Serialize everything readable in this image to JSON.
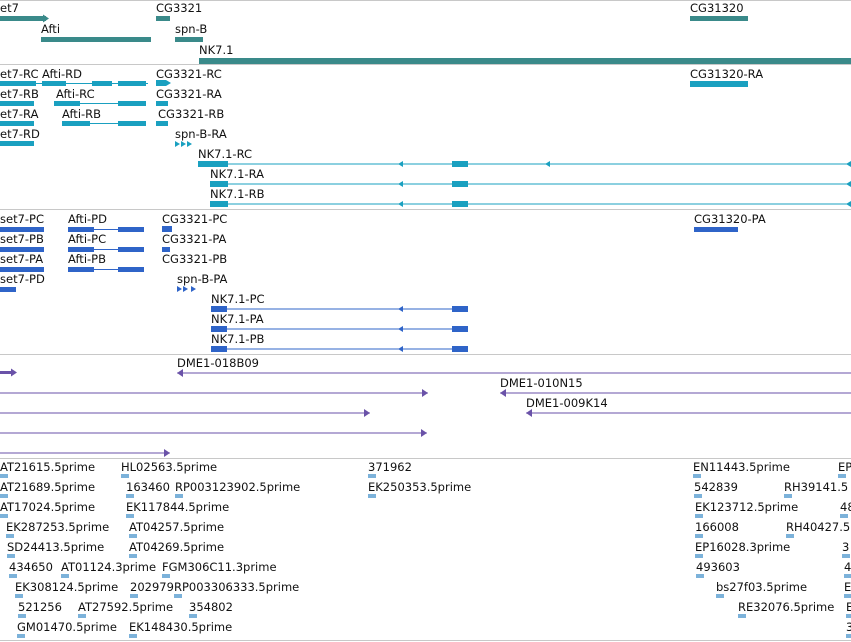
{
  "colors": {
    "gene": "#3a8a8a",
    "transcript_flybase": "#1aa0c0",
    "transcript_refseq": "#2f64c8",
    "clone": "#6a52a8",
    "est": "#7cb2da",
    "separator": "#c8c8c8"
  },
  "tracks": {
    "genes": {
      "labels": [
        "et7",
        "CG3321",
        "CG31320",
        "Afti",
        "spn-B",
        "NK7.1"
      ]
    },
    "flybase_transcripts": {
      "labels": [
        "et7-RC",
        "Afti-RD",
        "CG3321-RC",
        "CG31320-RA",
        "et7-RB",
        "Afti-RC",
        "CG3321-RA",
        "et7-RA",
        "Afti-RB",
        "CG3321-RB",
        "et7-RD",
        "spn-B-RA",
        "NK7.1-RC",
        "NK7.1-RA",
        "NK7.1-RB"
      ]
    },
    "refseq_transcripts": {
      "labels": [
        "set7-PC",
        "Afti-PD",
        "CG3321-PC",
        "CG31320-PA",
        "set7-PB",
        "Afti-PC",
        "CG3321-PA",
        "set7-PA",
        "Afti-PB",
        "CG3321-PB",
        "set7-PD",
        "spn-B-PA",
        "NK7.1-PC",
        "NK7.1-PA",
        "NK7.1-PB"
      ]
    },
    "clones": {
      "labels": [
        "DME1-018B09",
        "DME1-010N15",
        "DME1-009K14"
      ]
    },
    "ests": {
      "labels": [
        "AT21615.5prime",
        "HL02563.5prime",
        "371962",
        "EN11443.5prime",
        "EP",
        "AT21689.5prime",
        "163460",
        "RP003123902.5prime",
        "EK250353.5prime",
        "542839",
        "RH39141.5",
        "AT17024.5prime",
        "EK117844.5prime",
        "EK123712.5prime",
        "48",
        "EK287253.5prime",
        "AT04257.5prime",
        "166008",
        "RH40427.5",
        "SD24413.5prime",
        "AT04269.5prime",
        "EP16028.3prime",
        "3",
        "434650",
        "AT01124.3prime",
        "FGM306C11.3prime",
        "493603",
        "4",
        "EK308124.5prime",
        "202979",
        "RP003306333.5prime",
        "bs27f03.5prime",
        "E",
        "521256",
        "AT27592.5prime",
        "354802",
        "RE32076.5prime",
        "E",
        "GM01470.5prime",
        "EK148430.5prime",
        "3"
      ]
    }
  }
}
